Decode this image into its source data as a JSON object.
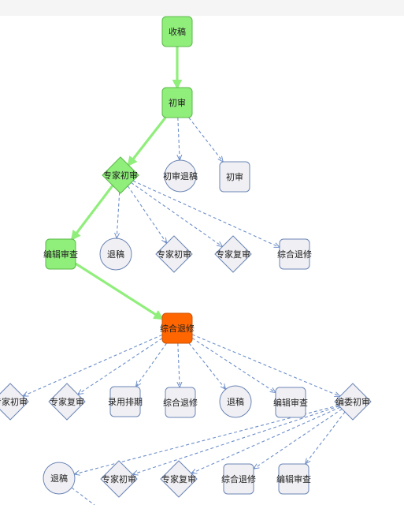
{
  "nodes": {
    "n1": {
      "label": "收稿",
      "shape": "square",
      "state": "done"
    },
    "n2": {
      "label": "初审",
      "shape": "square",
      "state": "done"
    },
    "n3": {
      "label": "专家初审",
      "shape": "diamond",
      "state": "done"
    },
    "n4": {
      "label": "初审退稿",
      "shape": "circle",
      "state": "pending"
    },
    "n5": {
      "label": "初审",
      "shape": "square",
      "state": "pending"
    },
    "n6": {
      "label": "编辑审查",
      "shape": "square",
      "state": "done"
    },
    "n7": {
      "label": "退稿",
      "shape": "circle",
      "state": "pending"
    },
    "n8": {
      "label": "专家初审",
      "shape": "diamond",
      "state": "pending"
    },
    "n9": {
      "label": "专家复审",
      "shape": "diamond",
      "state": "pending"
    },
    "n10": {
      "label": "综合退修",
      "shape": "square",
      "state": "pending"
    },
    "n11": {
      "label": "综合退修",
      "shape": "square",
      "state": "current"
    },
    "n12": {
      "label": "专家初审",
      "shape": "diamond",
      "state": "pending"
    },
    "n13": {
      "label": "专家复审",
      "shape": "diamond",
      "state": "pending"
    },
    "n14": {
      "label": "录用排期",
      "shape": "square",
      "state": "pending"
    },
    "n15": {
      "label": "综合退修",
      "shape": "square",
      "state": "pending"
    },
    "n16": {
      "label": "退稿",
      "shape": "circle",
      "state": "pending"
    },
    "n17": {
      "label": "编辑审查",
      "shape": "square",
      "state": "pending"
    },
    "n18": {
      "label": "编委初审",
      "shape": "diamond",
      "state": "pending"
    },
    "n19": {
      "label": "退稿",
      "shape": "circle",
      "state": "pending"
    },
    "n20": {
      "label": "专家初审",
      "shape": "diamond",
      "state": "pending"
    },
    "n21": {
      "label": "专家复审",
      "shape": "diamond",
      "state": "pending"
    },
    "n22": {
      "label": "综合退修",
      "shape": "square",
      "state": "pending"
    },
    "n23": {
      "label": "编辑审查",
      "shape": "square",
      "state": "pending"
    }
  },
  "edges": [
    {
      "from": "n1",
      "to": "n2",
      "style": "done"
    },
    {
      "from": "n2",
      "to": "n3",
      "style": "done"
    },
    {
      "from": "n2",
      "to": "n4",
      "style": "path"
    },
    {
      "from": "n2",
      "to": "n5",
      "style": "path"
    },
    {
      "from": "n3",
      "to": "n6",
      "style": "done"
    },
    {
      "from": "n3",
      "to": "n7",
      "style": "path"
    },
    {
      "from": "n3",
      "to": "n8",
      "style": "path"
    },
    {
      "from": "n3",
      "to": "n9",
      "style": "path"
    },
    {
      "from": "n3",
      "to": "n10",
      "style": "path"
    },
    {
      "from": "n6",
      "to": "n11",
      "style": "done"
    },
    {
      "from": "n11",
      "to": "n12",
      "style": "path"
    },
    {
      "from": "n11",
      "to": "n13",
      "style": "path"
    },
    {
      "from": "n11",
      "to": "n14",
      "style": "path"
    },
    {
      "from": "n11",
      "to": "n15",
      "style": "path"
    },
    {
      "from": "n11",
      "to": "n16",
      "style": "path"
    },
    {
      "from": "n11",
      "to": "n17",
      "style": "path"
    },
    {
      "from": "n11",
      "to": "n18",
      "style": "path"
    },
    {
      "from": "n18",
      "to": "n19",
      "style": "path"
    },
    {
      "from": "n18",
      "to": "n20",
      "style": "path"
    },
    {
      "from": "n18",
      "to": "n21",
      "style": "path"
    },
    {
      "from": "n18",
      "to": "n22",
      "style": "path"
    },
    {
      "from": "n18",
      "to": "n23",
      "style": "path"
    },
    {
      "from": "n19",
      "to": "",
      "style": "path"
    }
  ],
  "colors": {
    "done": "#90ee7b",
    "current": "#ff6600",
    "pending": "#f0f0f4",
    "dashed_edge": "#6f8fc9",
    "node_border": "#6b84b4"
  }
}
